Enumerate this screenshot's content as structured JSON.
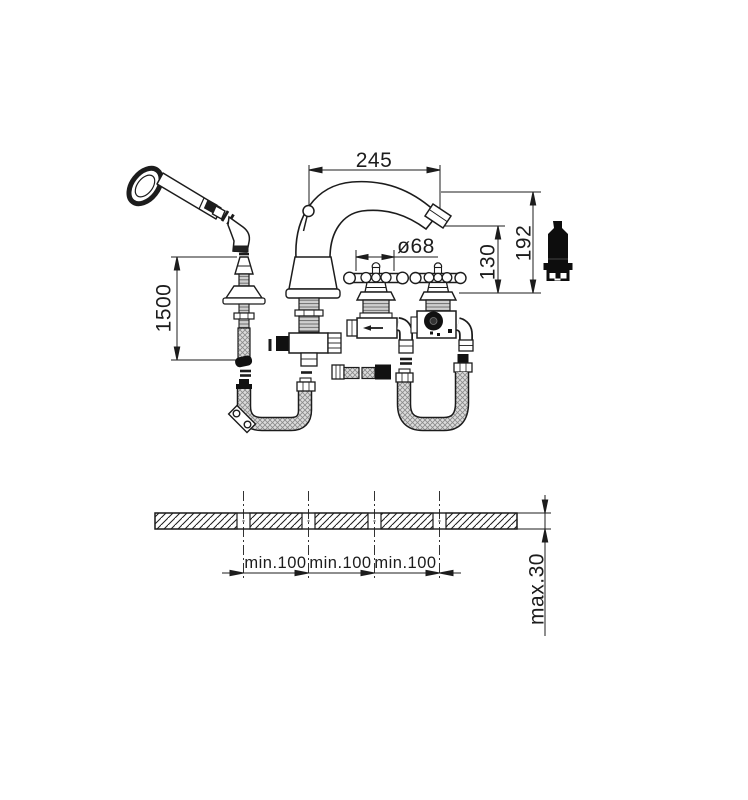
{
  "colors": {
    "ink": "#1c1c1c",
    "paper": "#ffffff"
  },
  "drawing": {
    "type": "installation-dimension-drawing",
    "subject": "deck-mounted-bath-mixer-with-hand-shower",
    "dimensions": {
      "spout_reach": "245",
      "escutcheon_diameter": "ø68",
      "spout_outlet_height": "130",
      "spout_overall_height": "192",
      "shower_hose_length": "1500",
      "hole_spacing_1": "min.100",
      "hole_spacing_2": "min.100",
      "hole_spacing_3": "min.100",
      "deck_thickness": "max.30"
    },
    "parts": {
      "hand_shower": "hand-shower",
      "shower_holder": "shower-holder-column",
      "spout": "curved-tub-spout",
      "left_valve": "cross-handle-valve",
      "right_valve": "cross-handle-diverter-valve",
      "cartridge": "black-cartridge-silhouette",
      "deck": "mounting-deck-cross-section"
    }
  }
}
